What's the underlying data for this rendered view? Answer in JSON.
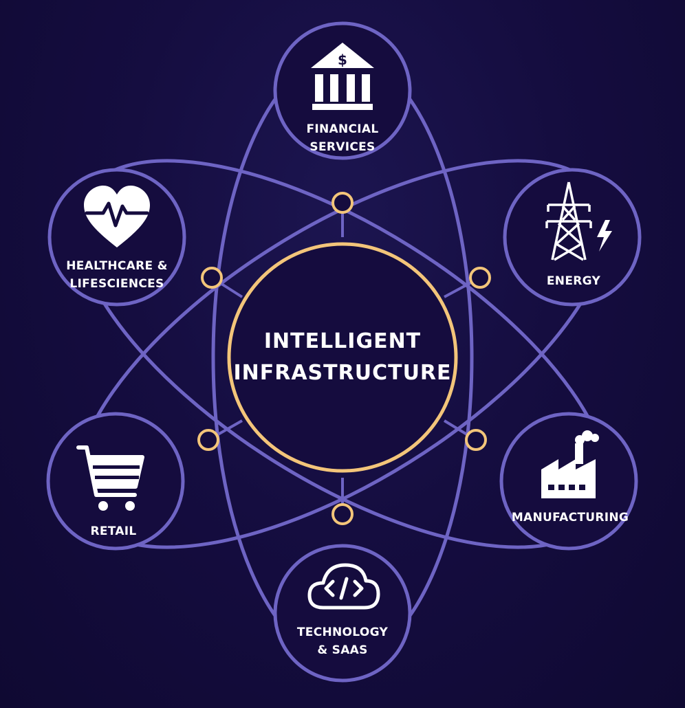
{
  "center": {
    "line1": "INTELLIGENT",
    "line2": "INFRASTRUCTURE"
  },
  "nodes": [
    {
      "id": "financial",
      "icon": "bank-icon",
      "line1": "FINANCIAL",
      "line2": "SERVICES"
    },
    {
      "id": "energy",
      "icon": "power-tower-icon",
      "line1": "ENERGY",
      "line2": ""
    },
    {
      "id": "manufacturing",
      "icon": "factory-icon",
      "line1": "MANUFACTURING",
      "line2": ""
    },
    {
      "id": "technology",
      "icon": "cloud-code-icon",
      "line1": "TECHNOLOGY",
      "line2": "& SAAS"
    },
    {
      "id": "retail",
      "icon": "shopping-cart-icon",
      "line1": "RETAIL",
      "line2": ""
    },
    {
      "id": "healthcare",
      "icon": "heart-pulse-icon",
      "line1": "HEALTHCARE &",
      "line2": "LIFESCIENCES"
    }
  ],
  "colors": {
    "background": "#150d40",
    "ring": "#6e64c4",
    "node_fill": "#150c3e",
    "center_ring": "#f3c57a",
    "connector": "#f3c57a",
    "text": "#ffffff"
  }
}
